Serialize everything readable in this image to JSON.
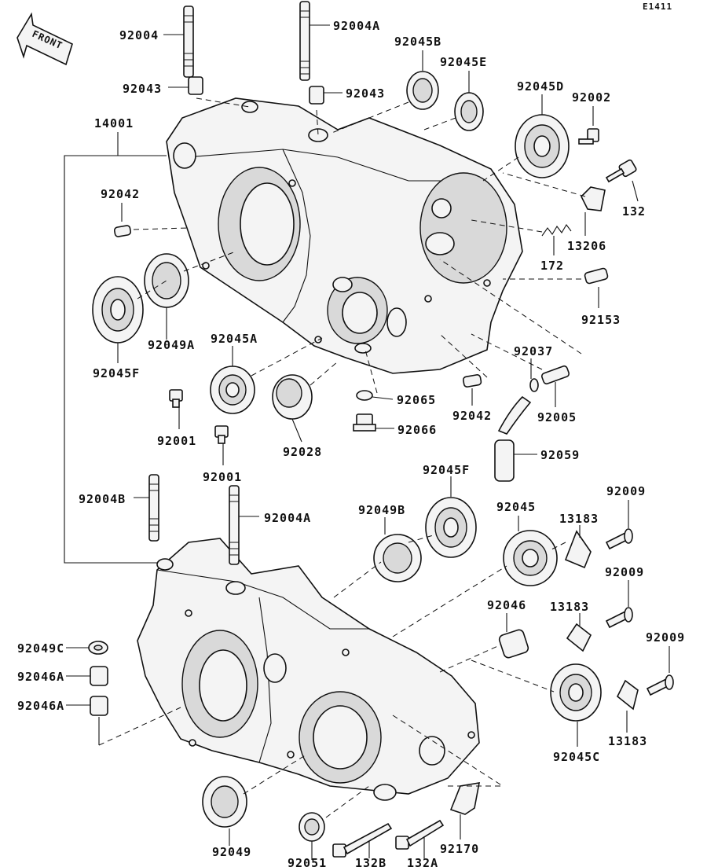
{
  "diagram_code": "E1411",
  "front_label": "FRONT",
  "labels": {
    "l_92004": "92004",
    "l_92004A_top": "92004A",
    "l_92045B": "92045B",
    "l_92045E": "92045E",
    "l_92043_left": "92043",
    "l_92043_right": "92043",
    "l_92045D": "92045D",
    "l_92002": "92002",
    "l_14001": "14001",
    "l_92042_left": "92042",
    "l_132_top": "132",
    "l_13206": "13206",
    "l_172": "172",
    "l_92153": "92153",
    "l_92049A": "92049A",
    "l_92045F_left": "92045F",
    "l_92045A": "92045A",
    "l_92037": "92037",
    "l_92065": "92065",
    "l_92042_right": "92042",
    "l_92005": "92005",
    "l_92001_a": "92001",
    "l_92066": "92066",
    "l_92028": "92028",
    "l_92059": "92059",
    "l_92001_b": "92001",
    "l_92045F_mid": "92045F",
    "l_92004B": "92004B",
    "l_92004A_mid": "92004A",
    "l_92049B": "92049B",
    "l_92045": "92045",
    "l_13183_a": "13183",
    "l_92009_a": "92009",
    "l_92009_b": "92009",
    "l_92046": "92046",
    "l_13183_b": "13183",
    "l_92009_c": "92009",
    "l_92049C": "92049C",
    "l_92046A_a": "92046A",
    "l_92046A_b": "92046A",
    "l_13183_c": "13183",
    "l_92045C": "92045C",
    "l_92049": "92049",
    "l_92170": "92170",
    "l_92051": "92051",
    "l_132B": "132B",
    "l_132A": "132A"
  }
}
